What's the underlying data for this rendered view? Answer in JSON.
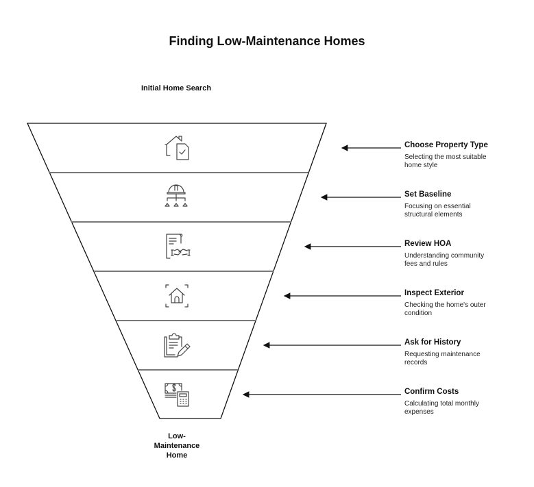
{
  "title": "Finding Low-Maintenance Homes",
  "top_label": "Initial Home Search",
  "bottom_label": "Low-Maintenance Home",
  "colors": {
    "stroke": "#111111",
    "divider": "#777777",
    "icon": "#444444"
  },
  "steps": [
    {
      "title": "Choose Property Type",
      "description": "Selecting the most suitable home style",
      "icon": "house-check-icon"
    },
    {
      "title": "Set Baseline",
      "description": "Focusing on essential structural elements",
      "icon": "hardhat-hierarchy-icon"
    },
    {
      "title": "Review HOA",
      "description": "Understanding community fees and rules",
      "icon": "document-handshake-icon"
    },
    {
      "title": "Inspect Exterior",
      "description": "Checking the home's outer condition",
      "icon": "house-scan-icon"
    },
    {
      "title": "Ask for History",
      "description": "Requesting maintenance records",
      "icon": "clipboard-pencil-icon"
    },
    {
      "title": "Confirm Costs",
      "description": "Calculating total monthly expenses",
      "icon": "money-calculator-icon"
    }
  ]
}
